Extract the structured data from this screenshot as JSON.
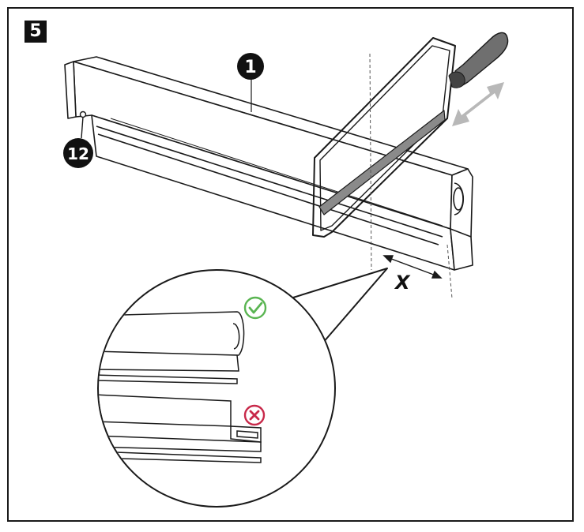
{
  "step": {
    "number": "5"
  },
  "callouts": {
    "part_1": "1",
    "part_12": "12"
  },
  "dimension": {
    "label": "X"
  },
  "colors": {
    "ok": "#5ab552",
    "wrong": "#c8294a",
    "arrow": "#b8b8b8",
    "line": "#1a1a1a"
  },
  "icons": {
    "correct": "check-circle-icon",
    "incorrect": "x-circle-icon"
  }
}
